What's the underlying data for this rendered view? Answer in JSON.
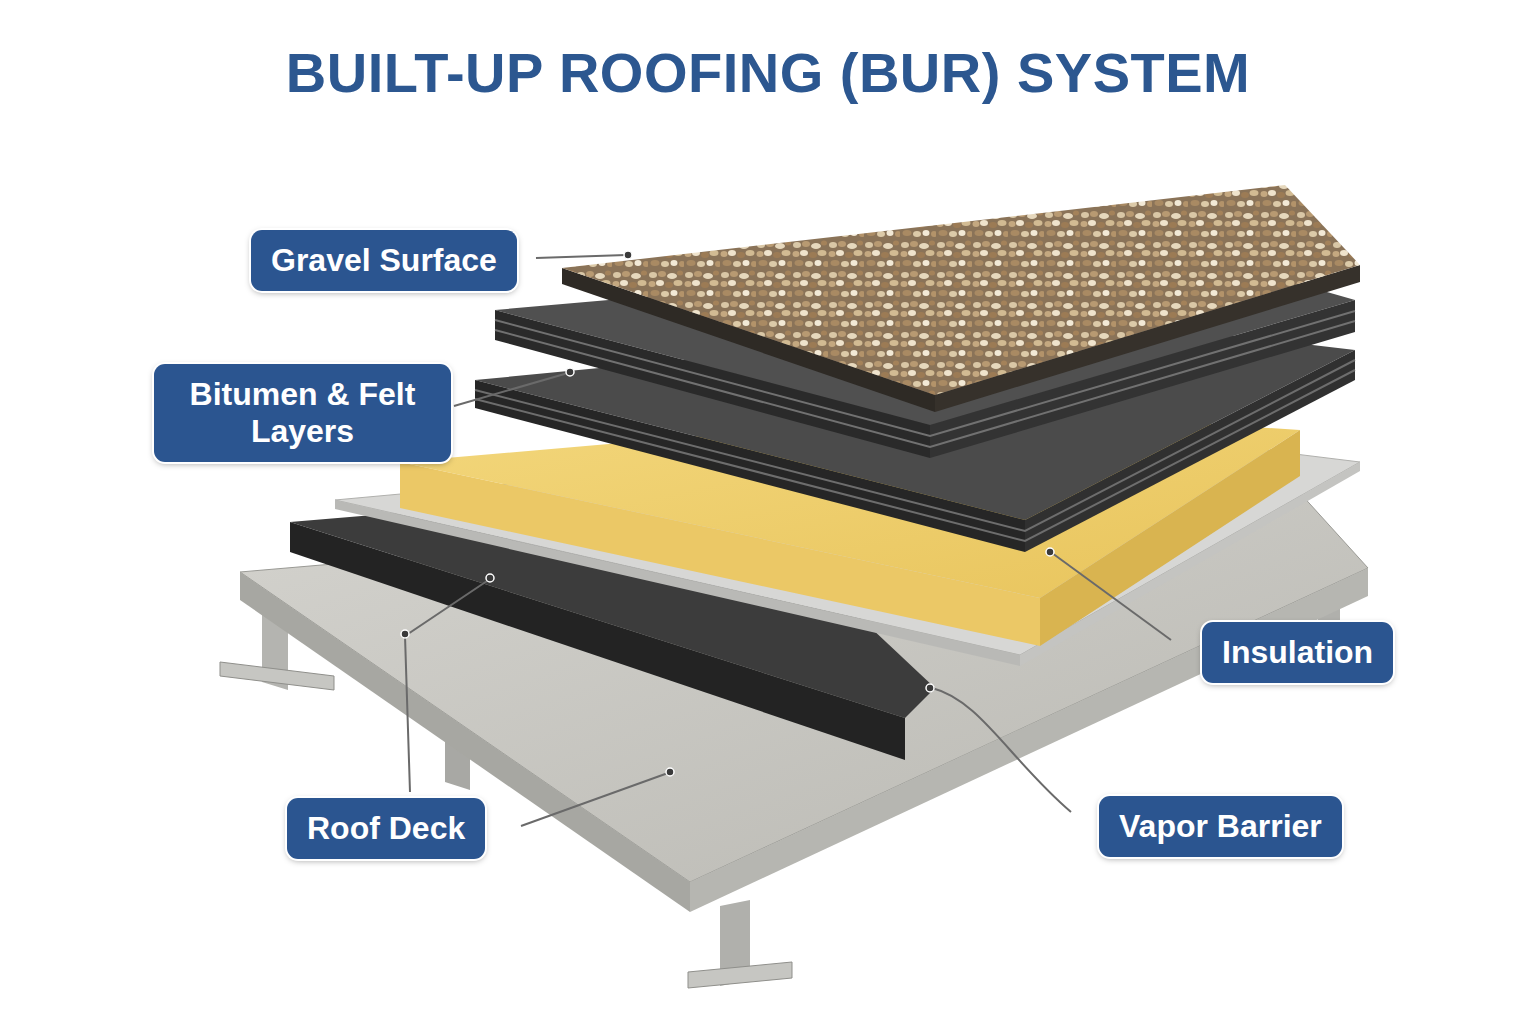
{
  "diagram": {
    "title": "BUILT-UP ROOFING (BUR) SYSTEM",
    "nodes": [
      {
        "text": [
          "Gravel Surface"
        ]
      },
      {
        "text": [
          "Bitumen & Felt Layers"
        ]
      },
      {
        "text": [
          "Insulation"
        ]
      },
      {
        "text": [
          "Roof Deck"
        ]
      },
      {
        "text": [
          "Vapor Barrier"
        ]
      }
    ]
  }
}
